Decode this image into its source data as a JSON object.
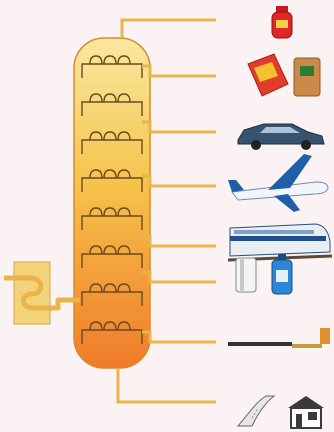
{
  "diagram": {
    "type": "fractional-distillation-column",
    "column": {
      "trays": 8,
      "gradient": [
        "#f9e9a0",
        "#f6c24a",
        "#f07a2a"
      ]
    },
    "pipe_color": "#e8b54a",
    "furnace_color": "#f3d37a",
    "products": [
      {
        "order": 1,
        "icon": "gas-cylinder-icon"
      },
      {
        "order": 2,
        "icon": "fuel-containers-icon"
      },
      {
        "order": 3,
        "icon": "car-icon"
      },
      {
        "order": 4,
        "icon": "airplane-icon"
      },
      {
        "order": 5,
        "icon": "train-icon"
      },
      {
        "order": 6,
        "icon": "oil-cans-icon"
      },
      {
        "order": 7,
        "icon": "ship-icon"
      },
      {
        "order": 8,
        "icon": "road-and-house-icon"
      }
    ]
  }
}
